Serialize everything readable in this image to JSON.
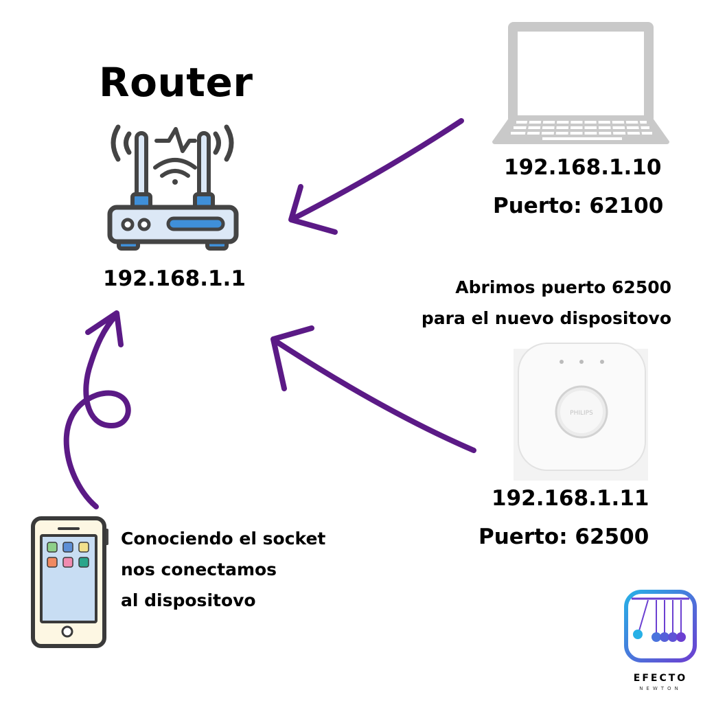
{
  "router": {
    "title": "Router",
    "ip": "192.168.1.1"
  },
  "laptop": {
    "ip": "192.168.1.10",
    "port": "Puerto: 62100"
  },
  "note_port": {
    "line1": "Abrimos puerto 62500",
    "line2": "para el nuevo dispositovo"
  },
  "bridge": {
    "ip": "192.168.1.11",
    "port": "Puerto: 62500",
    "brand": "PHILIPS"
  },
  "phone_note": {
    "line1": "Conociendo el socket",
    "line2": "nos conectamos",
    "line3": "al dispositovo"
  },
  "logo": {
    "name": "EFECTO",
    "sub": "NEWTON"
  },
  "colors": {
    "arrow": "#5b1a86",
    "router_body": "#dce8f6",
    "router_accent": "#3f8fd8",
    "outline": "#444444",
    "laptop": "#c9c9c9"
  },
  "icons": [
    "router-icon",
    "laptop-icon",
    "hue-bridge-icon",
    "smartphone-icon",
    "efecto-newton-logo"
  ]
}
